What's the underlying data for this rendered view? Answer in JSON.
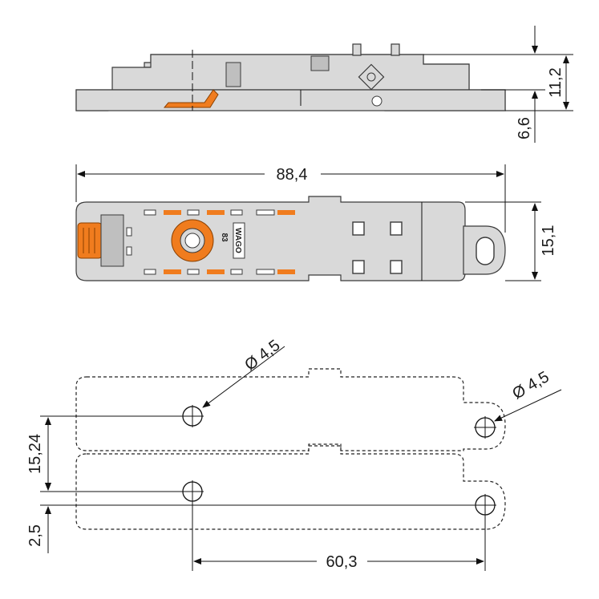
{
  "colors": {
    "part_fill": "#d9d9d9",
    "part_outline": "#3a3a3a",
    "accent_orange": "#f07c1e",
    "line": "#111111"
  },
  "side_view": {
    "dim_height": "11,2",
    "dim_offset": "6,6"
  },
  "top_view": {
    "dim_length": "88,4",
    "dim_width": "15,1",
    "logo_text": "WAGO",
    "model_text": "83"
  },
  "footprint": {
    "hole_diameter_left": "Ø 4,5",
    "hole_diameter_right": "Ø 4,5",
    "dim_pitch_vertical": "15,24",
    "dim_small_vertical": "2,5",
    "dim_hole_spacing": "60,3"
  }
}
